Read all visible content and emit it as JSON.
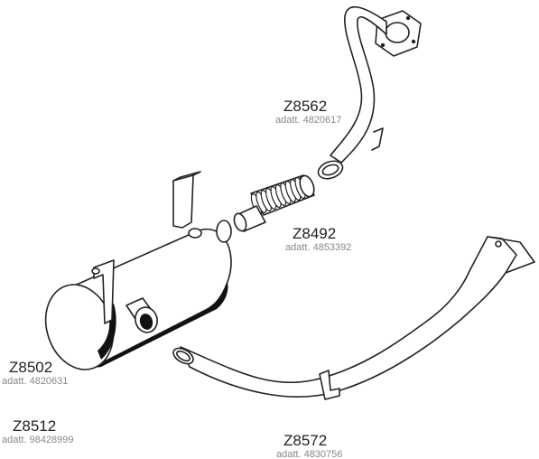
{
  "parts": [
    {
      "code": "Z8562",
      "ref": "adatt. 4820617"
    },
    {
      "code": "Z8492",
      "ref": "adatt. 4853392"
    },
    {
      "code": "Z8502",
      "ref": "adatt. 4820631"
    },
    {
      "code": "Z8512",
      "ref": "adatt. 98428999"
    },
    {
      "code": "Z8572",
      "ref": "adatt. 4830756"
    }
  ],
  "colors": {
    "stroke": "#222222",
    "shade": "#111111",
    "label": "#222222",
    "sublabel": "#888888"
  }
}
